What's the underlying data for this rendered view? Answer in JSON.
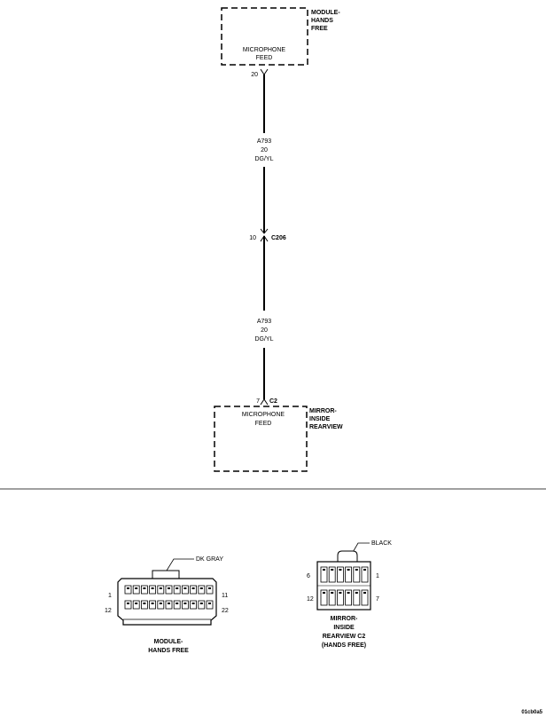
{
  "top_module": {
    "name_lines": [
      "MODULE-",
      "HANDS",
      "FREE"
    ],
    "pin_label_lines": [
      "MICROPHONE",
      "FEED"
    ],
    "pin_number": "20"
  },
  "wire_labels": [
    {
      "circuit": "A793",
      "gauge": "20",
      "color": "DG/YL"
    },
    {
      "circuit": "A793",
      "gauge": "20",
      "color": "DG/YL"
    }
  ],
  "inline_connector": {
    "pin": "10",
    "name": "C206"
  },
  "bottom_module": {
    "connector_pin": "7",
    "connector_name": "C2",
    "name_lines": [
      "MIRROR-",
      "INSIDE",
      "REARVIEW"
    ],
    "pin_label_lines": [
      "MICROPHONE",
      "FEED"
    ]
  },
  "connector_views": [
    {
      "color_callout": "DK GRAY",
      "pin_numbers": {
        "top_left": "1",
        "top_right": "11",
        "bottom_left": "12",
        "bottom_right": "22"
      },
      "caption_lines": [
        "MODULE-",
        "HANDS FREE"
      ]
    },
    {
      "color_callout": "BLACK",
      "pin_numbers": {
        "top_left": "6",
        "top_right": "1",
        "bottom_left": "12",
        "bottom_right": "7"
      },
      "caption_lines": [
        "MIRROR-",
        "INSIDE",
        "REARVIEW C2",
        "(HANDS FREE)"
      ]
    }
  ],
  "figure_id": "01cb0a5"
}
